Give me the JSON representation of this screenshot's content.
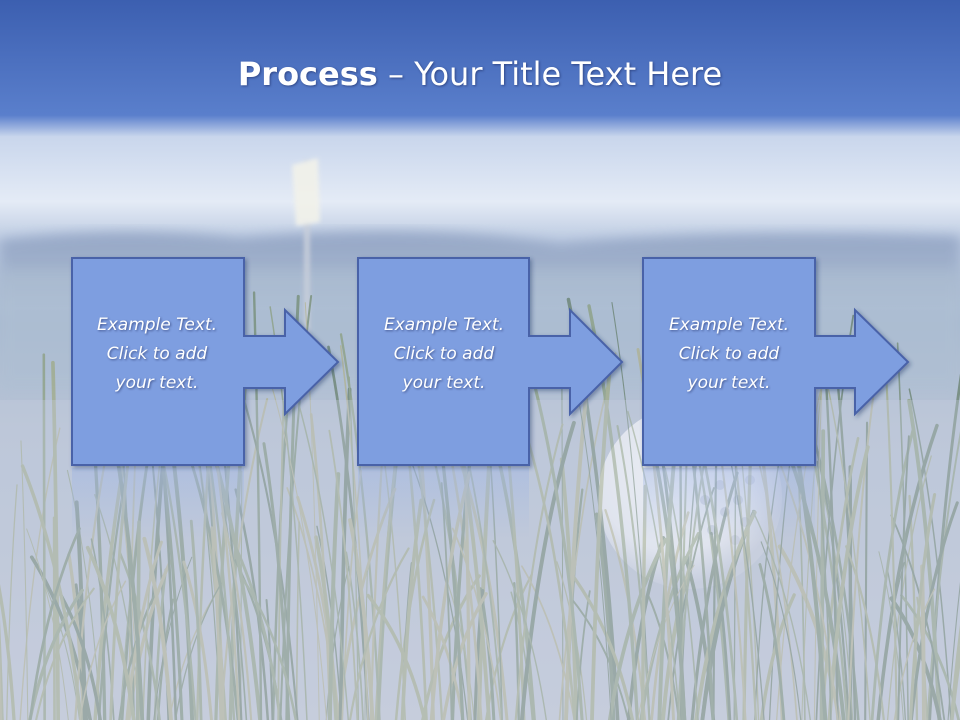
{
  "title": {
    "bold": "Process",
    "rest": " – Your Title Text Here"
  },
  "steps": [
    {
      "text": "Example Text.\nClick  to add\nyour text."
    },
    {
      "text": "Example Text.\nClick  to add\nyour text."
    },
    {
      "text": "Example Text.\nClick  to add\nyour text."
    }
  ],
  "colors": {
    "sky_top": "#3f63b4",
    "sky_band": "#5a7fcc",
    "haze": "#d8e3f2",
    "grass": "#9fb0c8",
    "box_fill": "#7e9ee0",
    "box_stroke": "#4a62a8"
  }
}
